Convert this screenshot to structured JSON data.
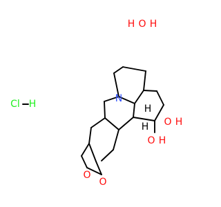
{
  "molecule": {
    "atoms": {
      "water_o": "O",
      "water_h1": "H",
      "water_h2": "H",
      "chloride": "Cl",
      "chloride_h": "H",
      "nitrogen": "N",
      "oh_top_o": "O",
      "oh_top_h": "H",
      "oh_bottom_o": "O",
      "oh_bottom_h": "H",
      "dioxole_o_left": "O",
      "dioxole_o_bottom": "O",
      "stereo_h_top": "H",
      "stereo_h_bottom": "H"
    },
    "colors": {
      "bond": "#000000",
      "oxygen": "#ff0d0d",
      "nitrogen": "#3050f8",
      "chlorine": "#1ff01f"
    }
  }
}
